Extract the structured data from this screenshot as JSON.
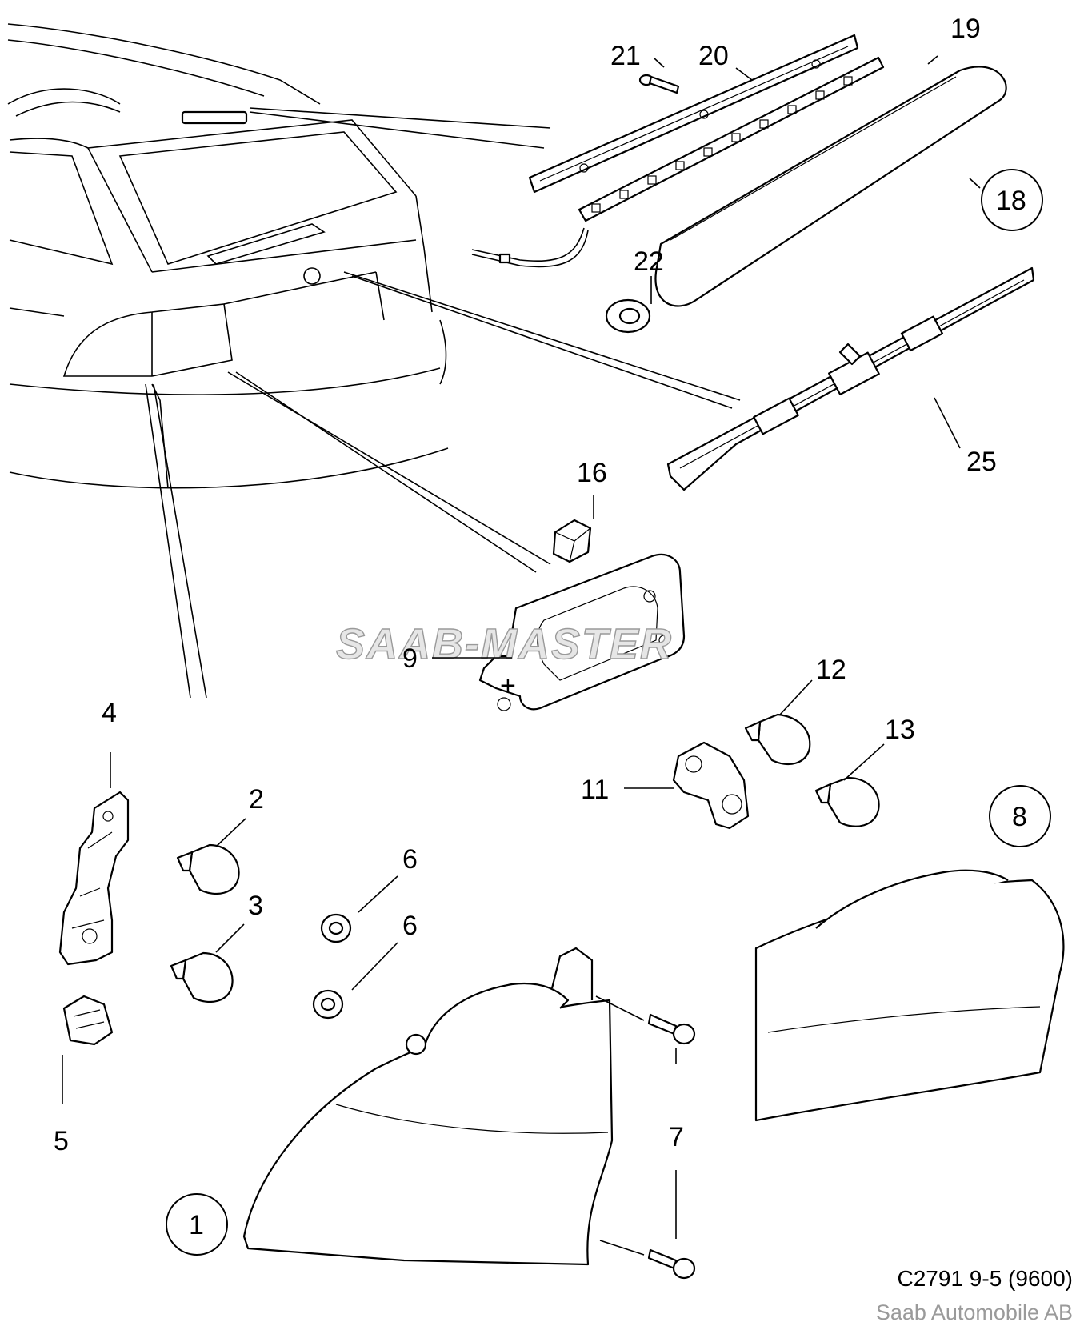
{
  "diagram": {
    "watermark": "SAAB-MASTER",
    "callouts": {
      "c1": "1",
      "c2": "2",
      "c3": "3",
      "c4": "4",
      "c5": "5",
      "c6a": "6",
      "c6b": "6",
      "c7": "7",
      "c8": "8",
      "c9": "9",
      "c11": "11",
      "c12": "12",
      "c13": "13",
      "c16": "16",
      "c18": "18",
      "c19": "19",
      "c20": "20",
      "c21": "21",
      "c22": "22",
      "c25": "25"
    },
    "plate_mark": "+"
  },
  "footer": {
    "code": "C2791 9-5 (9600)",
    "company": "Saab Automobile AB"
  }
}
